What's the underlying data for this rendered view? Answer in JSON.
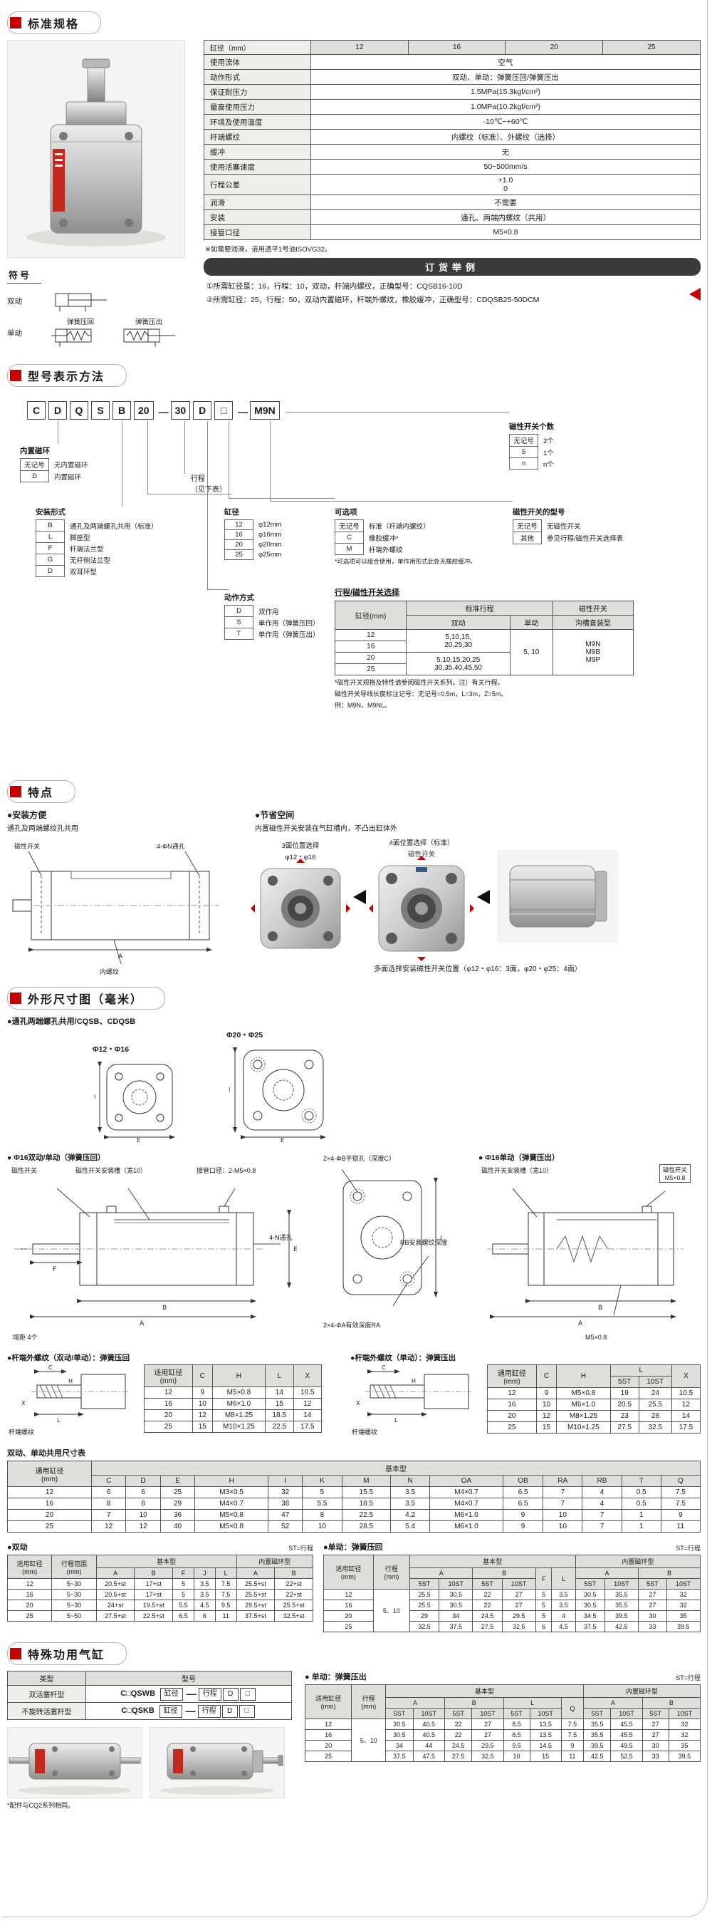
{
  "accent": "#c40000",
  "specs": {
    "title": "标准规格",
    "table": [
      [
        {
          "t": "缸径（mm）",
          "h": 1
        },
        {
          "t": "12",
          "h": 1
        },
        {
          "t": "16",
          "h": 1
        },
        {
          "t": "20",
          "h": 1
        },
        {
          "t": "25",
          "h": 1
        }
      ],
      [
        "使用流体",
        {
          "t": "空气",
          "cs": 4
        }
      ],
      [
        "动作形式",
        {
          "t": "双动、单动：弹簧压回/弹簧压出",
          "cs": 4
        }
      ],
      [
        "保证耐压力",
        {
          "t": "1.5MPa(15.3kgf/cm²)",
          "cs": 4
        }
      ],
      [
        "最高使用压力",
        {
          "t": "1.0MPa(10.2kgf/cm²)",
          "cs": 4
        }
      ],
      [
        "环境及使用温度",
        {
          "t": "-10℃~+60℃",
          "cs": 4
        }
      ],
      [
        "杆端螺纹",
        {
          "t": "内螺纹（标准）、外螺纹（选择）",
          "cs": 4
        }
      ],
      [
        "缓冲",
        {
          "t": "无",
          "cs": 4
        }
      ],
      [
        "使用活塞速度",
        {
          "t": "50~500mm/s",
          "cs": 4
        }
      ],
      [
        "行程公差",
        {
          "t": "+1.0\n 0",
          "cs": 4,
          "cls": "prelines"
        }
      ],
      [
        "润滑",
        {
          "t": "不需要",
          "cs": 4
        }
      ],
      [
        "安装",
        {
          "t": "通孔、两端内螺纹（共用）",
          "cs": 4
        }
      ],
      [
        "接管口径",
        {
          "t": "M5×0.8",
          "cs": 4
        }
      ]
    ],
    "footnote": "※如需要润滑，请用透平1号油ISOVG32。",
    "symbols": {
      "title": "符号",
      "dbl": "双动",
      "sgl": "单动",
      "ret": "弹簧压回",
      "ext": "弹簧压出"
    },
    "ordering": {
      "title": "订货举例",
      "lines": [
        "①所需缸径是：16，行程：10，双动，杆端内螺纹，正确型号：CQSB16-10D",
        "②所需缸径：25，行程：50，双动内置磁环，杆端外螺纹，橡胶缓冲，正确型号：CDQSB25-50DCM"
      ]
    }
  },
  "model": {
    "title": "型号表示方法",
    "codes": [
      {
        "t": "C",
        "box": true
      },
      {
        "t": "D",
        "box": true
      },
      {
        "t": "Q",
        "box": true
      },
      {
        "t": "S",
        "box": true
      },
      {
        "t": "B",
        "box": true
      },
      {
        "t": "20",
        "box": true
      },
      {
        "t": "—",
        "box": false
      },
      {
        "t": "30",
        "box": true
      },
      {
        "t": "D",
        "box": true
      },
      {
        "t": "□",
        "box": true
      },
      {
        "t": "—",
        "box": false
      },
      {
        "t": "M9N",
        "box": true
      }
    ],
    "annos": {
      "magnet": {
        "title": "内置磁环",
        "rows": [
          [
            "无记号",
            "无内置磁环"
          ],
          [
            "D",
            "内置磁环"
          ]
        ]
      },
      "mount": {
        "title": "安装形式",
        "rows": [
          [
            "B",
            "通孔及两端螺孔共用（标准）"
          ],
          [
            "L",
            "脚座型"
          ],
          [
            "F",
            "杆端法兰型"
          ],
          [
            "G",
            "无杆侧法兰型"
          ],
          [
            "D",
            "双耳环型"
          ]
        ]
      },
      "bore": {
        "title": "缸径",
        "rows": [
          [
            "12",
            "φ12mm"
          ],
          [
            "16",
            "φ16mm"
          ],
          [
            "20",
            "φ20mm"
          ],
          [
            "25",
            "φ25mm"
          ]
        ]
      },
      "stroke_label": "行程\n（见下表）",
      "action": {
        "title": "动作方式",
        "rows": [
          [
            "D",
            "双作用"
          ],
          [
            "S",
            "单作用（弹簧压回）"
          ],
          [
            "T",
            "单作用（弹簧压出）"
          ]
        ]
      },
      "options": {
        "title": "可选项",
        "rows": [
          [
            "无记号",
            "标准（杆端内螺纹）"
          ],
          [
            "C",
            "橡胶缓冲*"
          ],
          [
            "M",
            "杆端外螺纹"
          ]
        ],
        "note": "*可选项可以组合使用，单作用形式此处无橡胶缓冲。"
      },
      "switch_model": {
        "title": "磁性开关的型号",
        "rows": [
          [
            "无记号",
            "无磁性开关"
          ],
          [
            "其他",
            "参见行程/磁性开关选择表"
          ]
        ]
      },
      "switch_qty": {
        "title": "磁性开关个数",
        "rows": [
          [
            "无记号",
            "2个"
          ],
          [
            "S",
            "1个"
          ],
          [
            "n",
            "n个"
          ]
        ]
      }
    },
    "stroke_table": {
      "title": "行程/磁性开关选择",
      "rows": [
        [
          {
            "t": "缸径(mm)",
            "h": 1,
            "rs": 2
          },
          {
            "t": "标准行程",
            "h": 1,
            "cs": 2
          },
          {
            "t": "磁性开关",
            "h": 1
          }
        ],
        [
          {
            "t": "双动",
            "h": 1
          },
          {
            "t": "单动",
            "h": 1
          },
          {
            "t": "沟槽直装型",
            "h": 1
          }
        ],
        [
          "12",
          {
            "t": "5,10,15,\n20,25,30",
            "rs": 2,
            "cls": "prelines"
          },
          {
            "t": "5, 10",
            "rs": 4
          },
          {
            "t": "M9N\nM9B\nM9P",
            "rs": 4,
            "cls": "prelines"
          }
        ],
        [
          "16"
        ],
        [
          "20",
          {
            "t": "5,10,15,20,25\n30,35,40,45,50",
            "rs": 2,
            "cls": "prelines"
          }
        ],
        [
          "25"
        ]
      ],
      "notes": [
        "*磁性开关规格及特性请参阅磁性开关系列。注）有关行程。",
        "磁性开关导线长度标注记号：无记号=0.5m，L=3m，Z=5m。",
        "例：M9N，M9NL。"
      ]
    }
  },
  "features": {
    "title": "特点",
    "easy": {
      "bullet": "●安装方便",
      "sub": "通孔及两端螺纹孔共用",
      "labels": {
        "holes": "4-ΦN通孔",
        "thread": "内螺纹",
        "switch": "磁性开关"
      }
    },
    "space": {
      "bullet": "●节省空间",
      "sub": "内置磁性开关安装在气缸槽内，不凸出缸体外",
      "pos3": "3面位置选择",
      "pos3_sizes": "φ12・φ16",
      "pos4": "4面位置选择（标准）",
      "switch_label": "磁性开关",
      "caption": "多面选择安装磁性开关位置（φ12・φ16：3面，φ20・φ25：4面）"
    }
  },
  "dims": {
    "title": "外形尺寸图（毫米）",
    "common_note": "●通孔两端螺孔共用/CQSB、CDQSB",
    "face_small_label": "Φ12・Φ16",
    "face_large_label": "Φ20・Φ25",
    "side_double": {
      "title": "● Φ16双动/单动（弹簧压回）",
      "labels": {
        "switch": "磁性开关",
        "groove": "磁性开关安装槽（宽10）",
        "port": "接管口径：2-M5×0.8",
        "holes": "4-N通孔",
        "spacer": "增距 4个"
      }
    },
    "detail": {
      "labels": {
        "a": "2×4-ΦB平锪孔（深度C）",
        "b": "2×4-ΦA有效深度RA",
        "c": "RB安装螺纹深度"
      }
    },
    "side_single": {
      "title": "● Φ16单动（弹簧压出）",
      "labels": {
        "switch": "磁性开关",
        "port": "M5×0.8",
        "groove": "磁性开关安装槽（宽10）"
      },
      "minibox": "磁性开关\nM5×0.8"
    },
    "rod_ext_double": {
      "title": "●杆端外螺纹（双动/单动）：弹簧压回",
      "drawing_label": "杆端螺纹",
      "table": [
        [
          {
            "t": "适用缸径\n(mm)",
            "h": 1,
            "cls": "prelines"
          },
          {
            "t": "C",
            "h": 1
          },
          {
            "t": "H",
            "h": 1
          },
          {
            "t": "L",
            "h": 1
          },
          {
            "t": "X",
            "h": 1
          }
        ],
        [
          "12",
          "9",
          "M5×0.8",
          "14",
          "10.5"
        ],
        [
          "16",
          "10",
          "M6×1.0",
          "15",
          "12"
        ],
        [
          "20",
          "12",
          "M8×1.25",
          "18.5",
          "14"
        ],
        [
          "25",
          "15",
          "M10×1.25",
          "22.5",
          "17.5"
        ]
      ]
    },
    "rod_ext_single": {
      "title": "●杆端外螺纹（单动）：弹簧压出",
      "drawing_label": "杆端螺纹",
      "table": [
        [
          {
            "t": "通用缸径\n(mm)",
            "h": 1,
            "rs": 2,
            "cls": "prelines"
          },
          {
            "t": "C",
            "h": 1,
            "rs": 2
          },
          {
            "t": "H",
            "h": 1,
            "rs": 2
          },
          {
            "t": "L",
            "h": 1,
            "cs": 2
          },
          {
            "t": "X",
            "h": 1,
            "rs": 2
          }
        ],
        [
          {
            "t": "5ST",
            "h": 1
          },
          {
            "t": "10ST",
            "h": 1
          }
        ],
        [
          "12",
          "9",
          "M5×0.8",
          "19",
          "24",
          "10.5"
        ],
        [
          "16",
          "10",
          "M6×1.0",
          "20.5",
          "25.5",
          "12"
        ],
        [
          "20",
          "12",
          "M8×1.25",
          "23",
          "28",
          "14"
        ],
        [
          "25",
          "15",
          "M10×1.25",
          "27.5",
          "32.5",
          "17.5"
        ]
      ]
    },
    "common_table": {
      "title": "双动、单动共用尺寸表",
      "rows": [
        [
          {
            "t": "通用缸径\n(mm)",
            "h": 1,
            "rs": 2,
            "cls": "prelines"
          },
          {
            "t": "基本型",
            "h": 1,
            "cs": 14
          }
        ],
        [
          {
            "t": "C",
            "h": 1
          },
          {
            "t": "D",
            "h": 1
          },
          {
            "t": "E",
            "h": 1
          },
          {
            "t": "H",
            "h": 1
          },
          {
            "t": "I",
            "h": 1
          },
          {
            "t": "K",
            "h": 1
          },
          {
            "t": "M",
            "h": 1
          },
          {
            "t": "N",
            "h": 1
          },
          {
            "t": "OA",
            "h": 1
          },
          {
            "t": "OB",
            "h": 1
          },
          {
            "t": "RA",
            "h": 1
          },
          {
            "t": "RB",
            "h": 1
          },
          {
            "t": "T",
            "h": 1
          },
          {
            "t": "Q",
            "h": 1
          }
        ],
        [
          "12",
          "6",
          "6",
          "25",
          "M3×0.5",
          "32",
          "5",
          "15.5",
          "3.5",
          "M4×0.7",
          "6.5",
          "7",
          "4",
          "0.5",
          "7.5"
        ],
        [
          "16",
          "8",
          "8",
          "29",
          "M4×0.7",
          "38",
          "5.5",
          "18.5",
          "3.5",
          "M4×0.7",
          "6.5",
          "7",
          "4",
          "0.5",
          "7.5"
        ],
        [
          "20",
          "7",
          "10",
          "36",
          "M5×0.8",
          "47",
          "8",
          "22.5",
          "4.2",
          "M6×1.0",
          "9",
          "10",
          "7",
          "1",
          "9"
        ],
        [
          "25",
          "12",
          "12",
          "40",
          "M5×0.8",
          "52",
          "10",
          "28.5",
          "5.4",
          "M6×1.0",
          "9",
          "10",
          "7",
          "1",
          "11"
        ]
      ]
    },
    "double_table": {
      "title": "●双动",
      "st_note": "ST=行程",
      "rows": [
        [
          {
            "t": "适用缸径\n(mm)",
            "h": 1,
            "rs": 2,
            "cls": "prelines"
          },
          {
            "t": "行程范围\n(mm)",
            "h": 1,
            "rs": 2,
            "cls": "prelines"
          },
          {
            "t": "基本型",
            "h": 1,
            "cs": 5
          },
          {
            "t": "内置磁环型",
            "h": 1,
            "cs": 2
          }
        ],
        [
          {
            "t": "A",
            "h": 1
          },
          {
            "t": "B",
            "h": 1
          },
          {
            "t": "F",
            "h": 1
          },
          {
            "t": "J",
            "h": 1
          },
          {
            "t": "L",
            "h": 1
          },
          {
            "t": "A",
            "h": 1
          },
          {
            "t": "B",
            "h": 1
          }
        ],
        [
          "12",
          "5~30",
          "20.5+st",
          "17+st",
          "5",
          "3.5",
          "7.5",
          "25.5+st",
          "22+st"
        ],
        [
          "16",
          "5~30",
          "20.5+st",
          "17+st",
          "5",
          "3.5",
          "7.5",
          "25.5+st",
          "22+st"
        ],
        [
          "20",
          "5~30",
          "24+st",
          "19.5+st",
          "5.5",
          "4.5",
          "9.5",
          "29.5+st",
          "25.5+st"
        ],
        [
          "25",
          "5~50",
          "27.5+st",
          "22.5+st",
          "6.5",
          "6",
          "11",
          "37.5+st",
          "32.5+st"
        ]
      ]
    },
    "single_return_table": {
      "title": "●单动：弹簧压回",
      "st_note": "ST=行程",
      "rows": [
        [
          {
            "t": "适用缸径\n(mm)",
            "h": 1,
            "rs": 3,
            "cls": "prelines"
          },
          {
            "t": "行程\n(mm)",
            "h": 1,
            "rs": 3,
            "cls": "prelines"
          },
          {
            "t": "基本型",
            "h": 1,
            "cs": 6
          },
          {
            "t": "内置磁环型",
            "h": 1,
            "cs": 4
          }
        ],
        [
          {
            "t": "A",
            "h": 1,
            "cs": 2
          },
          {
            "t": "B",
            "h": 1,
            "cs": 2
          },
          {
            "t": "F",
            "h": 1,
            "rs": 2
          },
          {
            "t": "L",
            "h": 1,
            "rs": 2
          },
          {
            "t": "A",
            "h": 1,
            "cs": 2
          },
          {
            "t": "B",
            "h": 1,
            "cs": 2
          }
        ],
        [
          {
            "t": "5ST",
            "h": 1
          },
          {
            "t": "10ST",
            "h": 1
          },
          {
            "t": "5ST",
            "h": 1
          },
          {
            "t": "10ST",
            "h": 1
          },
          {
            "t": "5ST",
            "h": 1
          },
          {
            "t": "10ST",
            "h": 1
          },
          {
            "t": "5ST",
            "h": 1
          },
          {
            "t": "10ST",
            "h": 1
          }
        ],
        [
          "12",
          {
            "t": "5、10",
            "rs": 4
          },
          "25.5",
          "30.5",
          "22",
          "27",
          "5",
          "3.5",
          "30.5",
          "35.5",
          "27",
          "32"
        ],
        [
          "16",
          "25.5",
          "30.5",
          "22",
          "27",
          "5",
          "3.5",
          "30.5",
          "35.5",
          "27",
          "32"
        ],
        [
          "20",
          "29",
          "34",
          "24.5",
          "29.5",
          "5",
          "4",
          "34.5",
          "39.5",
          "30",
          "35"
        ],
        [
          "25",
          "32.5",
          "37.5",
          "27.5",
          "32.5",
          "6",
          "4.5",
          "37.5",
          "42.5",
          "33",
          "39.5"
        ]
      ]
    }
  },
  "special": {
    "title": "特殊功用气缸",
    "headers": [
      "类型",
      "型号"
    ],
    "types": [
      {
        "name": "双活塞杆型",
        "code": "C□QSWB",
        "segs": [
          {
            "t": "缸径",
            "box": true
          },
          {
            "t": "—",
            "box": false
          },
          {
            "t": "行程",
            "box": true
          },
          {
            "t": "D",
            "box": true
          },
          {
            "t": "□",
            "box": true
          }
        ]
      },
      {
        "name": "不旋转活塞杆型",
        "code": "C□QSKB",
        "segs": [
          {
            "t": "缸径",
            "box": true
          },
          {
            "t": "—",
            "box": false
          },
          {
            "t": "行程",
            "box": true
          },
          {
            "t": "D",
            "box": true
          },
          {
            "t": "□",
            "box": true
          }
        ]
      }
    ],
    "push_table": {
      "title": "● 单动：弹簧压出",
      "st_note": "ST=行程",
      "rows": [
        [
          {
            "t": "适用缸径\n(mm)",
            "h": 1,
            "rs": 3,
            "cls": "prelines"
          },
          {
            "t": "行程\n(mm)",
            "h": 1,
            "rs": 3,
            "cls": "prelines"
          },
          {
            "t": "基本型",
            "h": 1,
            "cs": 7
          },
          {
            "t": "内置磁环型",
            "h": 1,
            "cs": 4
          }
        ],
        [
          {
            "t": "A",
            "h": 1,
            "cs": 2
          },
          {
            "t": "B",
            "h": 1,
            "cs": 2
          },
          {
            "t": "L",
            "h": 1,
            "cs": 2
          },
          {
            "t": "Q",
            "h": 1,
            "rs": 2
          },
          {
            "t": "A",
            "h": 1,
            "cs": 2
          },
          {
            "t": "B",
            "h": 1,
            "cs": 2
          }
        ],
        [
          {
            "t": "5ST",
            "h": 1
          },
          {
            "t": "10ST",
            "h": 1
          },
          {
            "t": "5ST",
            "h": 1
          },
          {
            "t": "10ST",
            "h": 1
          },
          {
            "t": "5ST",
            "h": 1
          },
          {
            "t": "10ST",
            "h": 1
          },
          {
            "t": "5ST",
            "h": 1
          },
          {
            "t": "10ST",
            "h": 1
          },
          {
            "t": "5ST",
            "h": 1
          },
          {
            "t": "10ST",
            "h": 1
          }
        ],
        [
          "12",
          {
            "t": "5、10",
            "rs": 4
          },
          "30.5",
          "40.5",
          "22",
          "27",
          "8.5",
          "13.5",
          "7.5",
          "35.5",
          "45.5",
          "27",
          "32"
        ],
        [
          "16",
          "30.5",
          "40.5",
          "22",
          "27",
          "8.5",
          "13.5",
          "7.5",
          "35.5",
          "45.5",
          "27",
          "32"
        ],
        [
          "20",
          "34",
          "44",
          "24.5",
          "29.5",
          "9.5",
          "14.5",
          "9",
          "39.5",
          "49.5",
          "30",
          "35"
        ],
        [
          "25",
          "37.5",
          "47.5",
          "27.5",
          "32.5",
          "10",
          "15",
          "11",
          "42.5",
          "52.5",
          "33",
          "39.5"
        ]
      ]
    },
    "note": "*配件与CQ2系列相同。"
  }
}
